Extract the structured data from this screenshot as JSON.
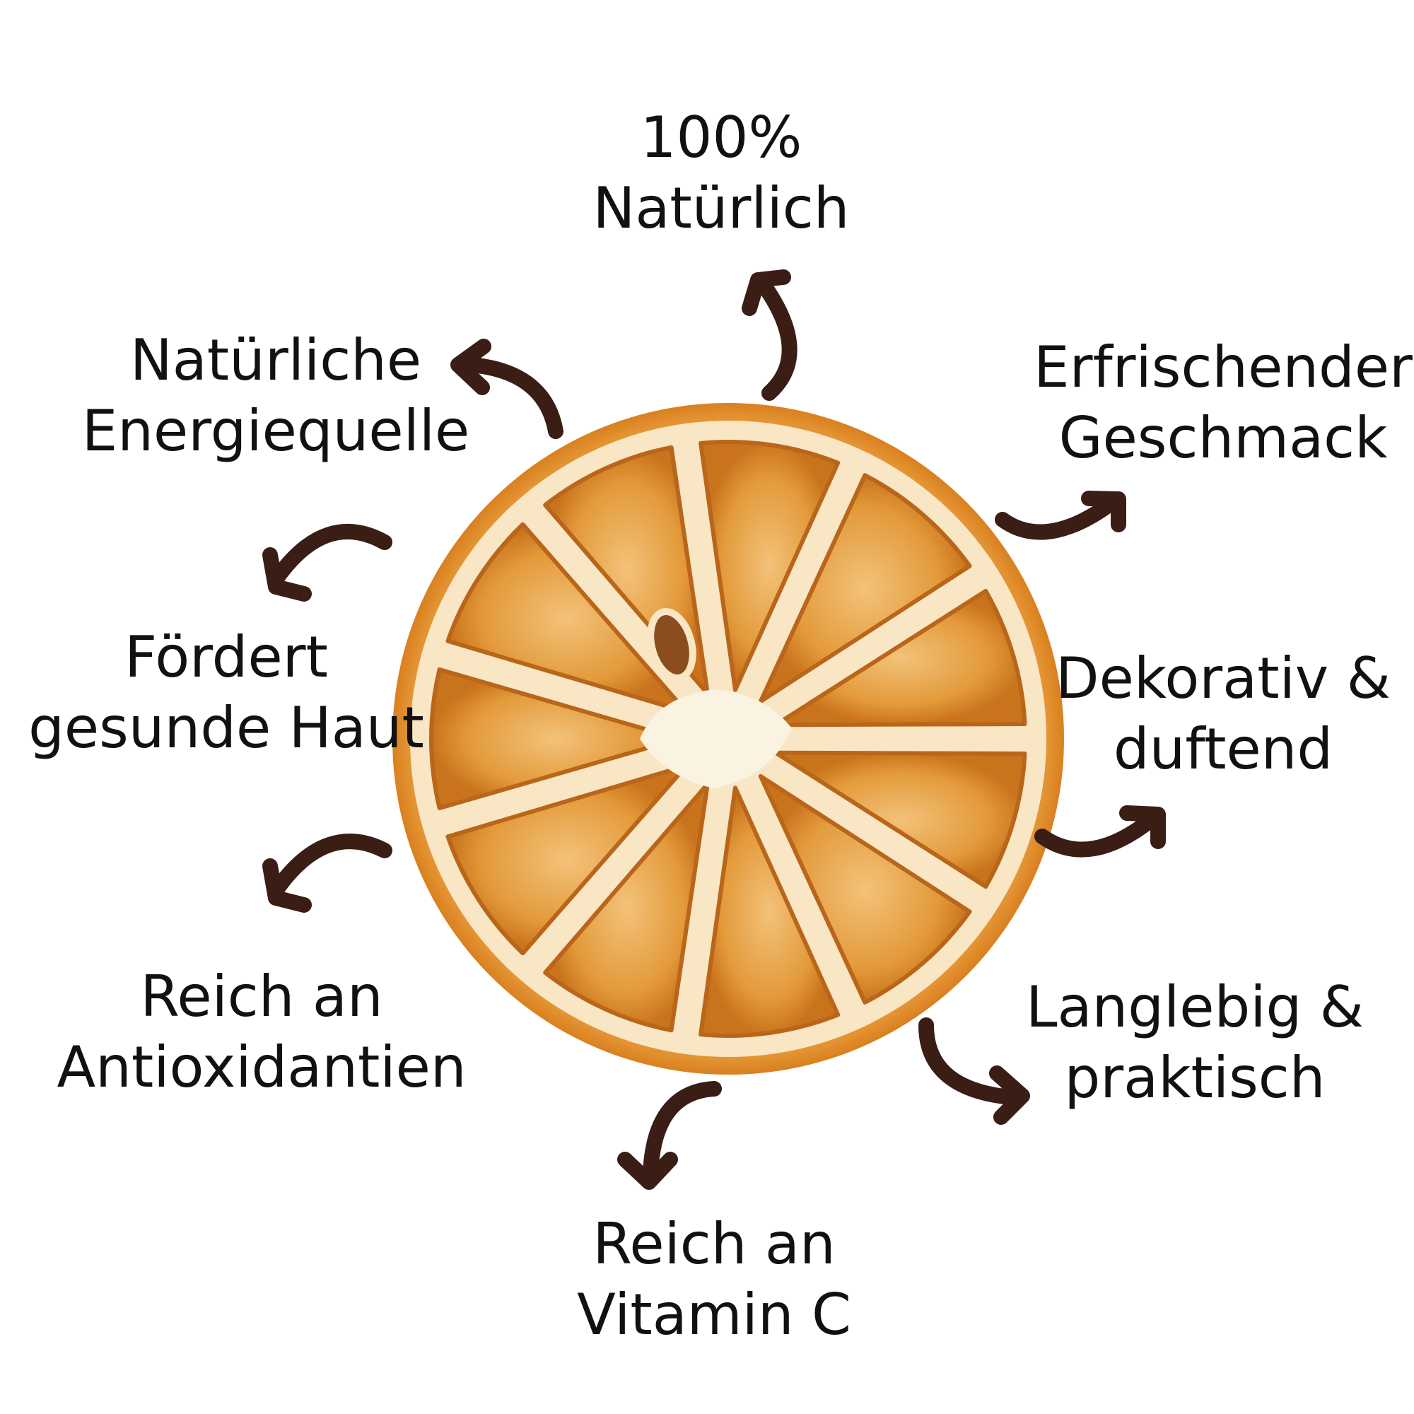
{
  "benefits": [
    {
      "line1": "100%",
      "line2": "Natürlich"
    },
    {
      "line1": "Erfrischender",
      "line2": "Geschmack"
    },
    {
      "line1": "Dekorativ &",
      "line2": "duftend"
    },
    {
      "line1": "Langlebig &",
      "line2": "praktisch"
    },
    {
      "line1": "Reich an",
      "line2": "Vitamin C"
    },
    {
      "line1": "Reich an",
      "line2": "Antioxidantien"
    },
    {
      "line1": "Fördert",
      "line2": "gesunde Haut"
    },
    {
      "line1": "Natürliche",
      "line2": "Energiequelle"
    }
  ],
  "colors": {
    "arrow": "#3a1d14",
    "text": "#111111",
    "rind": "#e8962e",
    "pith": "#f8e6c4",
    "segment": "#e39a3a",
    "segment_dark": "#c9731c",
    "center": "#fbf3e2",
    "background": "#ffffff"
  },
  "icons": [
    "dried-orange-slice",
    "curved-arrow-icon"
  ]
}
